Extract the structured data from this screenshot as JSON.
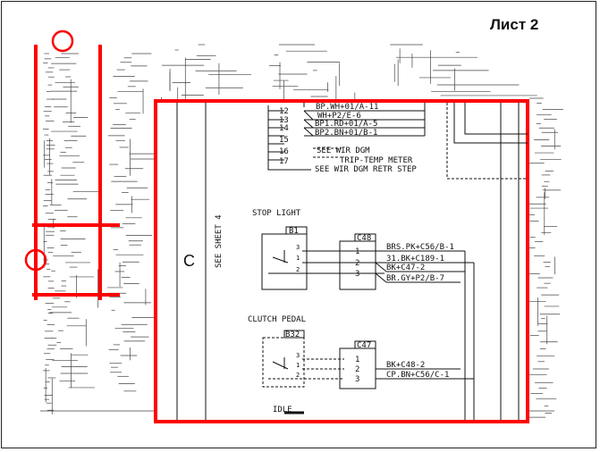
{
  "slide": {
    "title": "Лист 2"
  },
  "colors": {
    "highlight": "#ff0000",
    "line": "#111111"
  },
  "detail": {
    "sheet_ref": "SEE SHEET 4",
    "zone_letter": "C",
    "pins": [
      "12",
      "13",
      "14",
      "15",
      "16",
      "17"
    ],
    "top_wires": [
      "BP.WH+01/A-11",
      "WH+P2/E-6",
      "BP1.RD+01/A-5",
      "BP2.BN+01/B-1",
      "SEE WIR DGM",
      "TRIP-TEMP METER",
      "SEE WIR DGM RETR STEP"
    ],
    "stop_light": {
      "label": "STOP LIGHT",
      "switch": "B1",
      "connector": "C48",
      "switch_pins": [
        "3",
        "1",
        "2"
      ],
      "connector_pins": [
        "1",
        "2",
        "3"
      ],
      "wires": [
        "BRS.PK+C56/B-1",
        "31.BK+C189-1",
        "BK+C47-2",
        "BR.GY+P2/B-7"
      ]
    },
    "clutch_pedal": {
      "label": "CLUTCH PEDAL",
      "switch": "B32",
      "connector": "C47",
      "switch_pins": [
        "3",
        "1",
        "2"
      ],
      "connector_pins": [
        "1",
        "2",
        "3"
      ],
      "wires": [
        "BK+C48-2",
        "CP.BN+C56/C-1"
      ]
    },
    "idle_label": "IDLE"
  }
}
